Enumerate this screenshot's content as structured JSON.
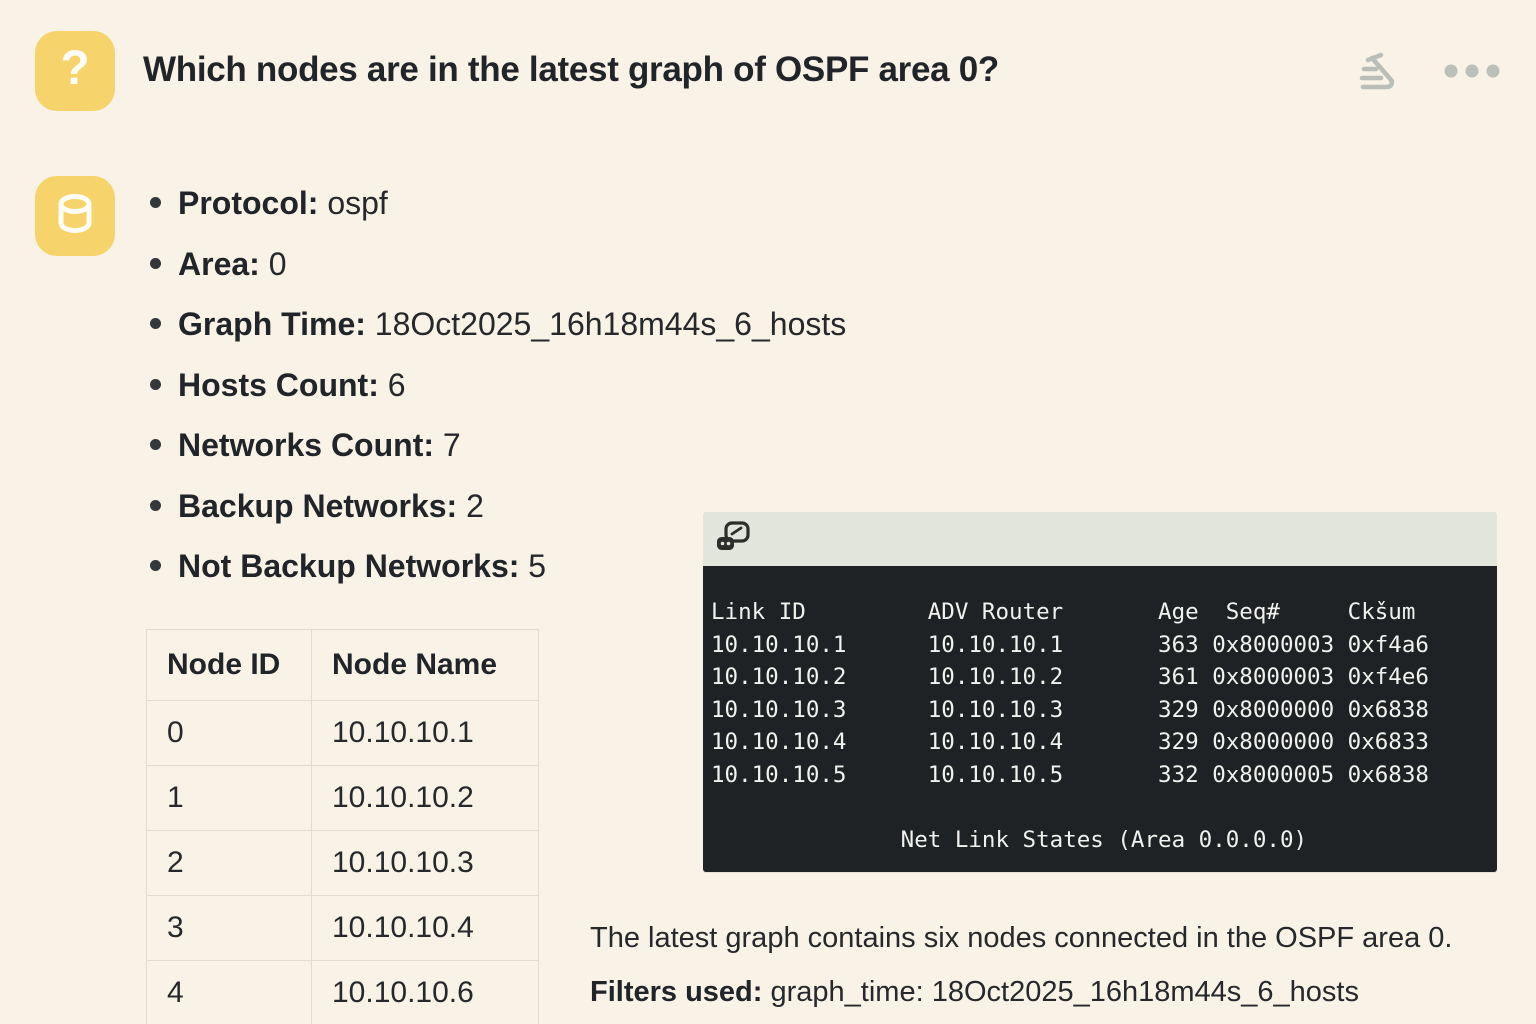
{
  "colors": {
    "background": "#f8f2e7",
    "accent_yellow": "#f6d36b",
    "text_dark": "#26282b",
    "muted_icon_gray": "#b9bfb8",
    "terminal_header_bg": "#e1e5dc",
    "terminal_body_bg": "#1e2224",
    "terminal_text": "#f1f2ee",
    "table_border": "#e2dcd0"
  },
  "question": {
    "avatar_glyph": "?",
    "title": "Which nodes are in the latest graph of OSPF area 0?",
    "actions": {
      "filter_pen_icon": "filter-pen",
      "more_icon": "ellipsis"
    }
  },
  "answer": {
    "avatar_icon": "database",
    "bullets": [
      {
        "label": "Protocol:",
        "value": "ospf"
      },
      {
        "label": "Area:",
        "value": "0"
      },
      {
        "label": "Graph Time:",
        "value": "18Oct2025_16h18m44s_6_hosts"
      },
      {
        "label": "Hosts Count:",
        "value": "6"
      },
      {
        "label": "Networks Count:",
        "value": "7"
      },
      {
        "label": "Backup Networks:",
        "value": "2"
      },
      {
        "label": "Not Backup Networks:",
        "value": "5"
      }
    ],
    "node_table": {
      "headers": [
        "Node ID",
        "Node Name"
      ],
      "rows": [
        {
          "id": "0",
          "name": "10.10.10.1"
        },
        {
          "id": "1",
          "name": "10.10.10.2"
        },
        {
          "id": "2",
          "name": "10.10.10.3"
        },
        {
          "id": "3",
          "name": "10.10.10.4"
        },
        {
          "id": "4",
          "name": "10.10.10.6"
        }
      ]
    },
    "terminal": {
      "lines": [
        "Link ID         ADV Router       Age  Seq#     Ckšum",
        "10.10.10.1      10.10.10.1       363 0x8000003 0xf4a6",
        "10.10.10.2      10.10.10.2       361 0x8000003 0xf4e6",
        "10.10.10.3      10.10.10.3       329 0x8000000 0x6838",
        "10.10.10.4      10.10.10.4       329 0x8000000 0x6833",
        "10.10.10.5      10.10.10.5       332 0x8000005 0x6838",
        "",
        "              Net Link States (Area 0.0.0.0)"
      ]
    },
    "summary": "The latest graph contains six nodes connected in the OSPF area 0.",
    "filters_label": "Filters used:",
    "filters_value": " graph_time: 18Oct2025_16h18m44s_6_hosts"
  }
}
